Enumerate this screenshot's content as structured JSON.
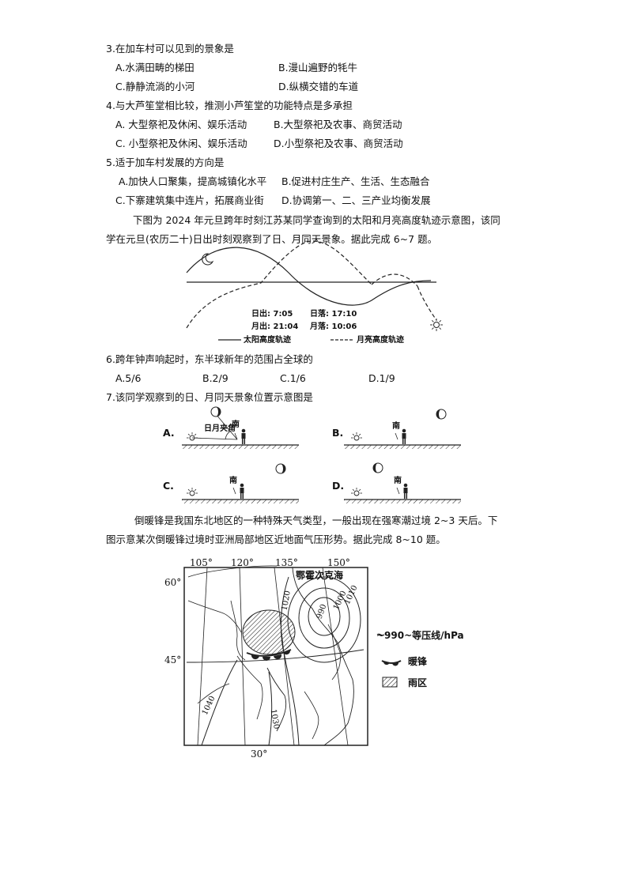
{
  "q3": {
    "stem": "3.在加车村可以见到的景象是",
    "a": "A.水满田畴的梯田",
    "b": "B.漫山遍野的牦牛",
    "c": "C.静静流淌的小河",
    "d": "D.纵横交错的车道"
  },
  "q4": {
    "stem": "4.与大芦笙堂相比较，推测小芦笙堂的功能特点是多承担",
    "a": "A. 大型祭祀及休闲、娱乐活动",
    "b": "B.大型祭祀及农事、商贸活动",
    "c": "C. 小型祭祀及休闲、娱乐活动",
    "d": "D.小型祭祀及农事、商贸活动"
  },
  "q5": {
    "stem": "5.适于加车村发展的方向是",
    "a": "A.加快人口聚集，提高城镇化水平",
    "b": "B.促进村庄生产、生活、生态融合",
    "c": "C.下寨建筑集中连片，拓展商业街",
    "d": "D.协调第一、二、三产业均衡发展"
  },
  "intro67": {
    "line1": "下图为 2024 年元旦跨年时刻江苏某同学查询到的太阳和月亮高度轨迹示意图，该同",
    "line2": "学在元旦(农历二十)日出时刻观察到了日、月同天景象。据此完成  6~7 题。"
  },
  "fig1": {
    "sunrise": "日出: 7:05",
    "sunset": "日落: 17:10",
    "moonrise": "月出: 21:04",
    "moonset": "月落: 10:06",
    "legend_sun": "太阳高度轨迹",
    "legend_moon": "月亮高度轨迹"
  },
  "q6": {
    "stem": "6.跨年钟声响起时，东半球新年的范围占全球的",
    "a": "A.5/6",
    "b": "B.2/9",
    "c": "C.1/6",
    "d": "D.1/9"
  },
  "q7": {
    "stem": "7.该同学观察到的日、月同天景象位置示意图是",
    "labels": [
      "A.",
      "B.",
      "C.",
      "D."
    ],
    "angle_label": "日月夹角",
    "south": "南"
  },
  "intro810": {
    "line1": "倒暖锋是我国东北地区的一种特殊天气类型，一般出现在强寒潮过境 2~3 天后。下",
    "line2": "图示意某次倒暖锋过境时亚洲局部地区近地面气压形势。据此完成  8~10 题。"
  },
  "map": {
    "lon": [
      "105°",
      "120°",
      "135°",
      "150°"
    ],
    "lat": [
      "60°",
      "45°",
      "30°"
    ],
    "sea": "鄂霍次克海",
    "isobars": [
      "1020",
      "1010",
      "1000",
      "990",
      "1040",
      "1030"
    ],
    "legend_isobar": "~990~等压线/hPa",
    "legend_front": "暖锋",
    "legend_rain": "雨区"
  }
}
